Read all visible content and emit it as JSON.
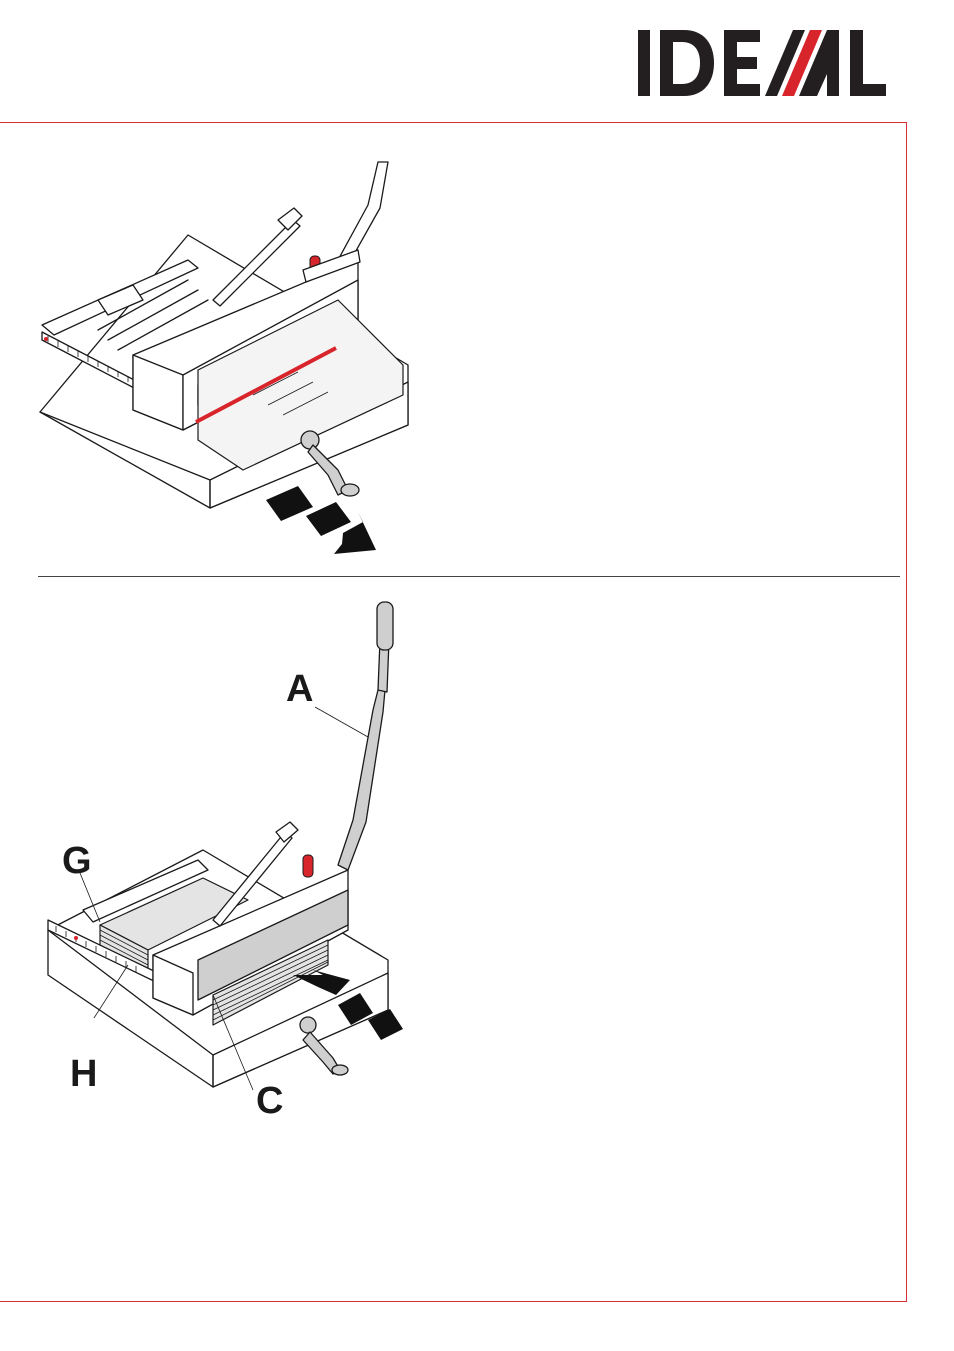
{
  "brand": {
    "logo_text": "IDEAL",
    "colors": {
      "text": "#231f20",
      "accent": "#d8252c"
    }
  },
  "figures": [
    {
      "id": "top",
      "description_callouts": []
    },
    {
      "id": "bottom",
      "callouts": [
        "A",
        "G",
        "H",
        "C"
      ]
    }
  ],
  "callouts": {
    "a": "A",
    "g": "G",
    "h": "H",
    "c": "C"
  },
  "colors": {
    "frame": "#d8303a",
    "divider": "#444444",
    "cut_line": "#d8252c"
  }
}
